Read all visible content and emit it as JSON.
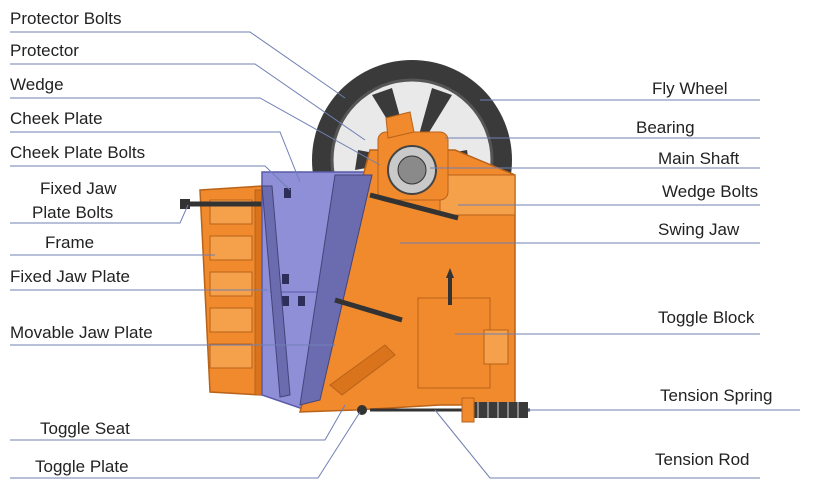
{
  "diagram": {
    "left_labels": {
      "protector_bolts": "Protector Bolts",
      "protector": "Protector",
      "wedge": "Wedge",
      "cheek_plate": "Cheek Plate",
      "cheek_plate_bolts": "Cheek Plate Bolts",
      "fixed_jaw_plate_bolts_line1": "Fixed Jaw",
      "fixed_jaw_plate_bolts_line2": "Plate Bolts",
      "frame": "Frame",
      "fixed_jaw_plate": "Fixed Jaw Plate",
      "movable_jaw_plate": "Movable Jaw Plate",
      "toggle_seat": "Toggle Seat",
      "toggle_plate": "Toggle Plate"
    },
    "right_labels": {
      "fly_wheel": "Fly Wheel",
      "bearing": "Bearing",
      "main_shaft": "Main Shaft",
      "wedge_bolts": "Wedge Bolts",
      "swing_jaw": "Swing Jaw",
      "toggle_block": "Toggle Block",
      "tension_spring": "Tension Spring",
      "tension_rod": "Tension Rod"
    },
    "colors": {
      "frame_orange": "#f08a2c",
      "frame_dark": "#b8621a",
      "cheek_plate_purple": "#8f8fd8",
      "flywheel_dark": "#3a3a3a",
      "leader_line": "#6f7fb3"
    }
  }
}
